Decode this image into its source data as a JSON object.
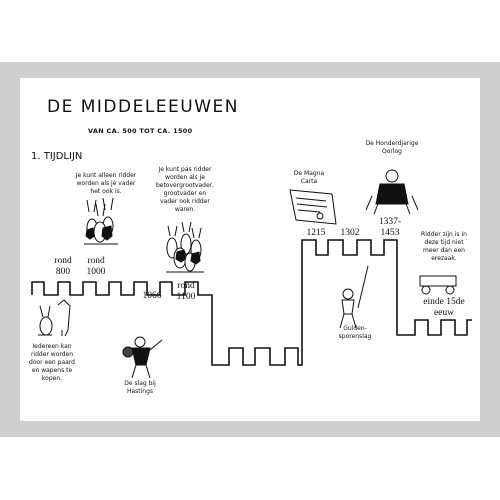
{
  "header": {
    "title": "DE MIDDELEEUWEN",
    "subtitle": "VAN CA. 500 TOT CA. 1500"
  },
  "section": {
    "label": "1. TIJDLIJN"
  },
  "notes": {
    "ridder_vader": [
      "Je kunt alleen ridder",
      "worden als je vader",
      "het ook is."
    ],
    "pas_ridder": [
      "Je kunt pas ridder",
      "worden als je",
      "betovergrootvader,",
      "grootvader en",
      "vader ook ridder",
      "waren."
    ],
    "iedereen": [
      "Iedereen kan",
      "ridder worden",
      "door een paard",
      "en wapens te",
      "kopen."
    ],
    "slag_hastings": [
      "De slag bij",
      "Hastings"
    ],
    "magna_carta": [
      "De Magna",
      "Carta"
    ],
    "honderdjarige": [
      "De Honderdjarige",
      "Oorlog"
    ],
    "guldensporen": [
      "Gulden-",
      "sporenslag"
    ],
    "ridders_tijd": [
      "Ridder zijn is in",
      "deze tijd niet",
      "meer dan een",
      "erezaak."
    ]
  },
  "years": {
    "rond800": [
      "rond",
      "800"
    ],
    "rond1000": [
      "rond",
      "1000"
    ],
    "y1066": "1066",
    "rond1100": [
      "rond",
      "1100"
    ],
    "y1215": "1215",
    "y1302": "1302",
    "y1337": [
      "1337-",
      "1453"
    ],
    "einde15": [
      "einde 15de",
      "eeuw"
    ]
  }
}
